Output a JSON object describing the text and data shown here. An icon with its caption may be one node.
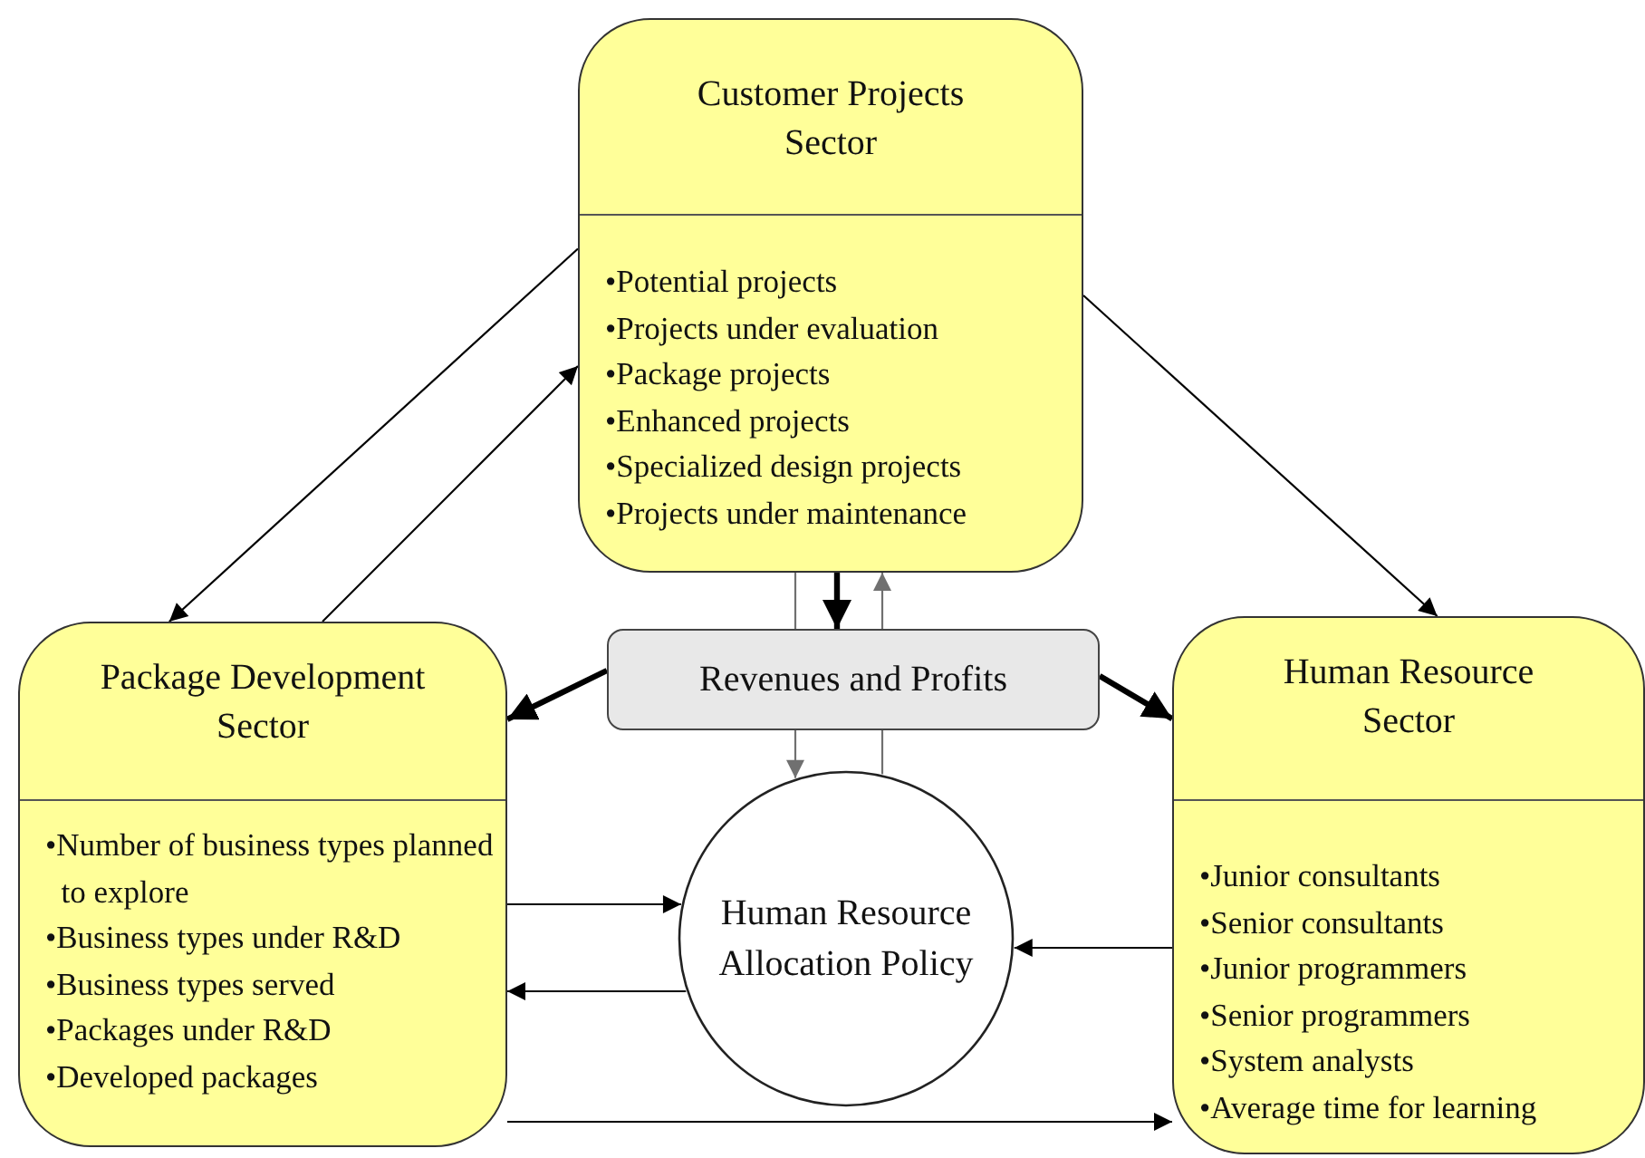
{
  "diagram": {
    "nodes": [
      {
        "text": [
          "Customer Projects Sector",
          "•Potential projects",
          "•Projects under evaluation",
          "•Package projects",
          "•Enhanced projects",
          "•Specialized design projects",
          "•Projects under maintenance"
        ]
      },
      {
        "text": [
          "Package Development Sector",
          "•Number of business types planned to explore",
          "•Business types under R&D",
          "•Business types served",
          "•Packages under R&D",
          "•Developed packages"
        ]
      },
      {
        "text": [
          "Human Resource Sector",
          "•Junior consultants",
          "•Senior consultants",
          "•Junior programmers",
          "•Senior programmers",
          "•System analysts",
          "•Average time for learning"
        ]
      },
      {
        "text": [
          "Revenues and Profits"
        ]
      },
      {
        "text": [
          "Human Resource Allocation Policy"
        ]
      }
    ],
    "edges": [
      {
        "from": 0,
        "to": 1,
        "arrow": "to"
      },
      {
        "from": 1,
        "to": 0,
        "arrow": "to"
      },
      {
        "from": 0,
        "to": 2,
        "arrow": "to"
      },
      {
        "from": 0,
        "to": 3,
        "arrow": "to",
        "style": "thick"
      },
      {
        "from": 4,
        "to": 3,
        "arrow": "none",
        "color": "#707070"
      },
      {
        "from": 3,
        "to": 0,
        "arrow": "to",
        "color": "#707070"
      },
      {
        "from": 0,
        "to": 3,
        "arrow": "none",
        "color": "#707070"
      },
      {
        "from": 3,
        "to": 4,
        "arrow": "to",
        "color": "#707070"
      },
      {
        "from": 3,
        "to": 1,
        "arrow": "to",
        "style": "thick"
      },
      {
        "from": 3,
        "to": 2,
        "arrow": "to",
        "style": "thick"
      },
      {
        "from": 1,
        "to": 4,
        "arrow": "to"
      },
      {
        "from": 4,
        "to": 1,
        "arrow": "to"
      },
      {
        "from": 2,
        "to": 4,
        "arrow": "to"
      },
      {
        "from": 1,
        "to": 2,
        "arrow": "to"
      }
    ]
  }
}
